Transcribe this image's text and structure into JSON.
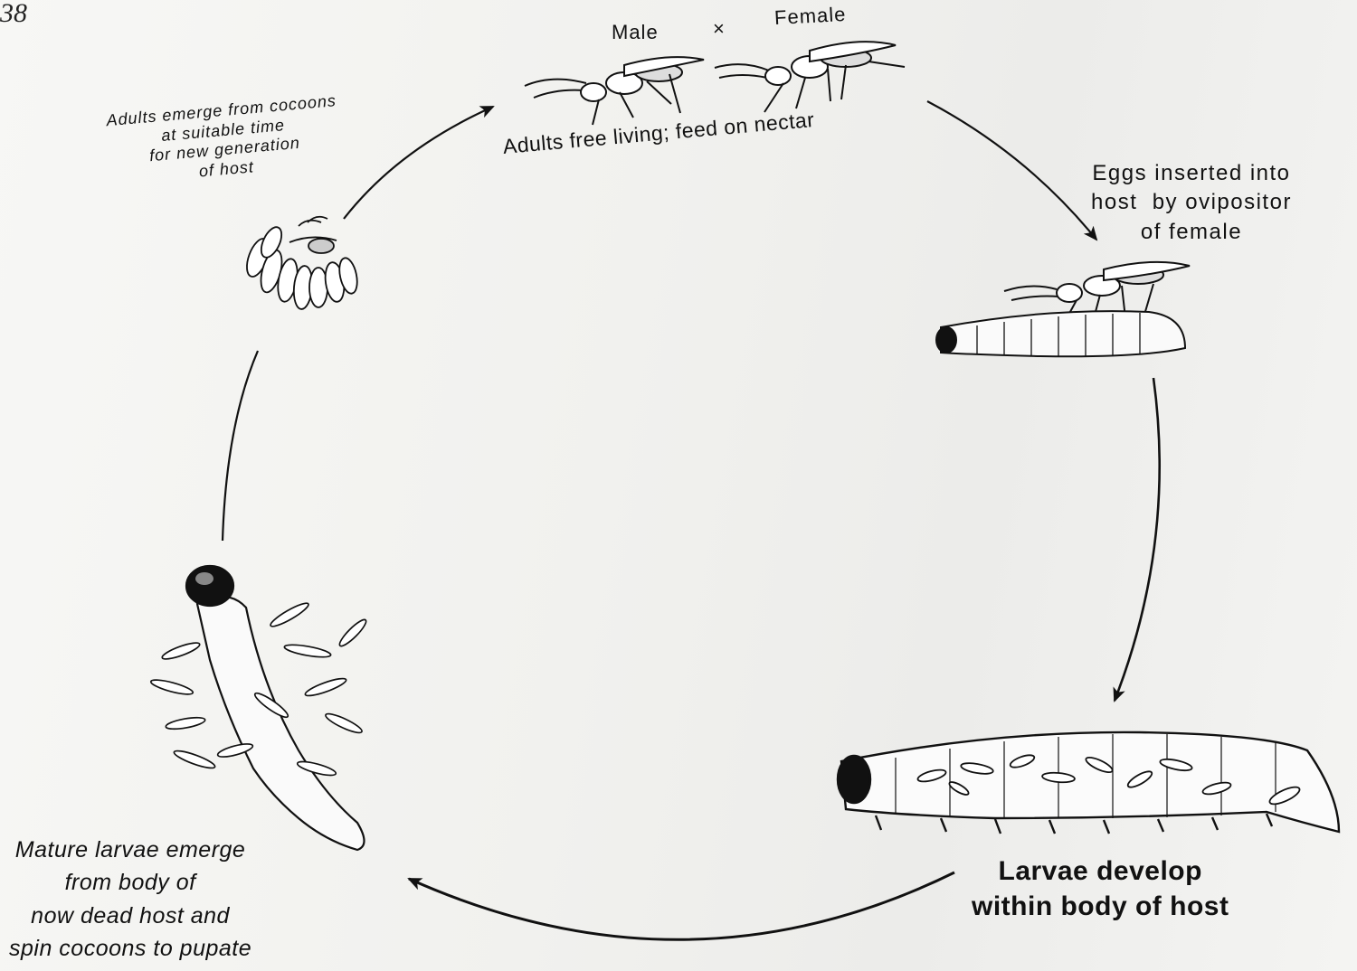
{
  "page_number": "38",
  "adults": {
    "male_label": "Male",
    "cross_symbol": "×",
    "female_label": "Female",
    "caption": "Adults free living; feed on nectar"
  },
  "eggs": {
    "caption_lines": [
      "Eggs inserted into",
      "host  by ovipositor",
      "of female"
    ]
  },
  "larvae_develop": {
    "caption_lines": [
      "Larvae develop",
      "within body of host"
    ]
  },
  "mature_larvae": {
    "caption_lines": [
      "Mature larvae emerge",
      "from body of",
      "now dead host and",
      "spin cocoons to pupate"
    ]
  },
  "emergence": {
    "caption_lines": [
      "Adults emerge from cocoons",
      "at suitable time",
      "for new generation",
      "of host"
    ]
  },
  "colors": {
    "ink": "#111111",
    "paper": "#f2f2ef"
  },
  "icons": [
    "male-wasp-icon",
    "female-wasp-icon",
    "ovipositing-wasp-icon",
    "host-caterpillar-icon",
    "parasitized-caterpillar-icon",
    "dead-host-with-larvae-icon",
    "cocoon-cluster-icon"
  ]
}
